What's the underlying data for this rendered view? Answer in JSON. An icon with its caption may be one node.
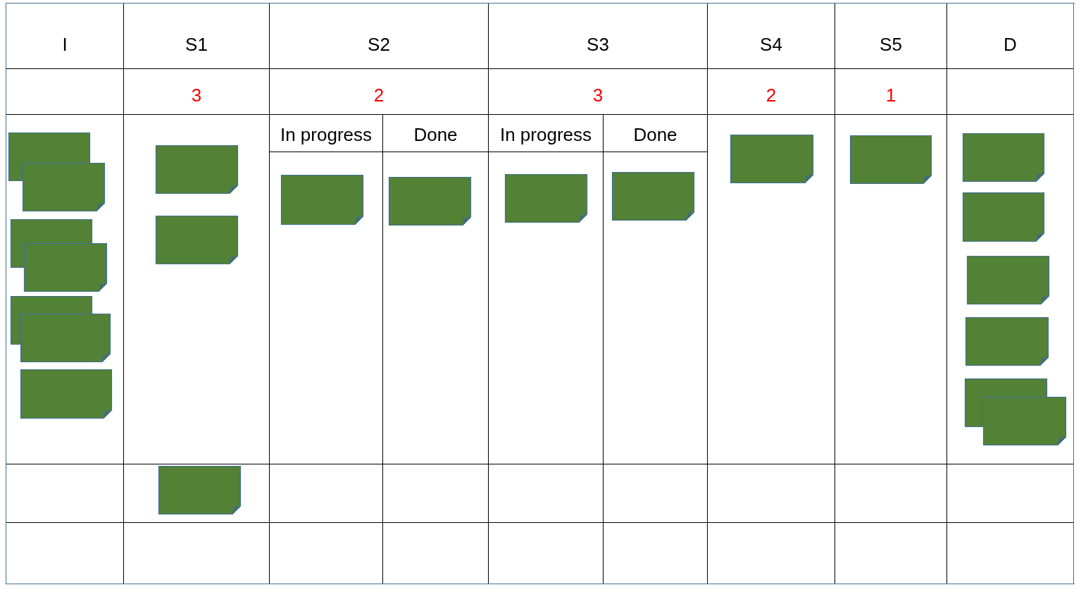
{
  "diagram": {
    "nodes": [
      {
        "text": [
          "I"
        ]
      },
      {
        "text": [],
        "shape": "box",
        "in": 0
      },
      {
        "text": [],
        "shape": "box",
        "in": 0
      },
      {
        "text": [],
        "shape": "box",
        "in": 0
      },
      {
        "text": [],
        "shape": "box",
        "in": 0
      },
      {
        "text": [],
        "shape": "box",
        "in": 0
      },
      {
        "text": [],
        "shape": "box",
        "in": 0
      },
      {
        "text": [],
        "shape": "box",
        "in": 0
      },
      {
        "text": [
          "S1",
          "3"
        ]
      },
      {
        "text": [],
        "shape": "box",
        "in": 8
      },
      {
        "text": [],
        "shape": "box",
        "in": 8
      },
      {
        "text": [],
        "shape": "box",
        "in": 8
      },
      {
        "text": [
          "S2",
          "2"
        ]
      },
      {
        "text": [
          "In progress"
        ],
        "in": 12
      },
      {
        "text": [],
        "shape": "box",
        "in": 13
      },
      {
        "text": [
          "Done"
        ],
        "in": 12
      },
      {
        "text": [],
        "shape": "box",
        "in": 15
      },
      {
        "text": [
          "S3",
          "3"
        ]
      },
      {
        "text": [
          "In progress"
        ],
        "in": 17
      },
      {
        "text": [],
        "shape": "box",
        "in": 18
      },
      {
        "text": [
          "Done"
        ],
        "in": 17
      },
      {
        "text": [],
        "shape": "box",
        "in": 20
      },
      {
        "text": [
          "S4",
          "2"
        ]
      },
      {
        "text": [],
        "shape": "box",
        "in": 22
      },
      {
        "text": [
          "S5",
          "1"
        ]
      },
      {
        "text": [],
        "shape": "box",
        "in": 24
      },
      {
        "text": [
          "D"
        ]
      },
      {
        "text": [],
        "shape": "box",
        "in": 26
      },
      {
        "text": [],
        "shape": "box",
        "in": 26
      },
      {
        "text": [],
        "shape": "box",
        "in": 26
      },
      {
        "text": [],
        "shape": "box",
        "in": 26
      },
      {
        "text": [],
        "shape": "box",
        "in": 26
      },
      {
        "text": [],
        "shape": "box",
        "in": 26
      }
    ]
  }
}
